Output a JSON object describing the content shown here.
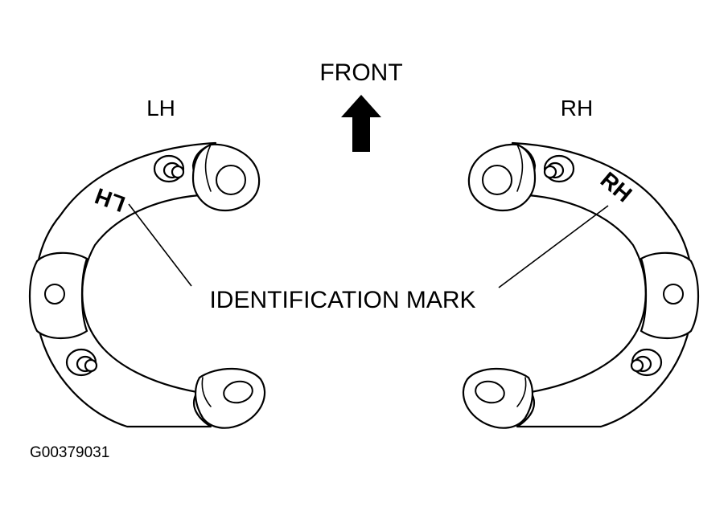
{
  "labels": {
    "front": "FRONT",
    "left": "LH",
    "right": "RH",
    "callout": "IDENTIFICATION MARK",
    "figure_code": "G00379031"
  },
  "marks": {
    "left_part": "LH",
    "right_part": "RH"
  },
  "icons": {
    "front_arrow": "up-arrow-icon"
  }
}
